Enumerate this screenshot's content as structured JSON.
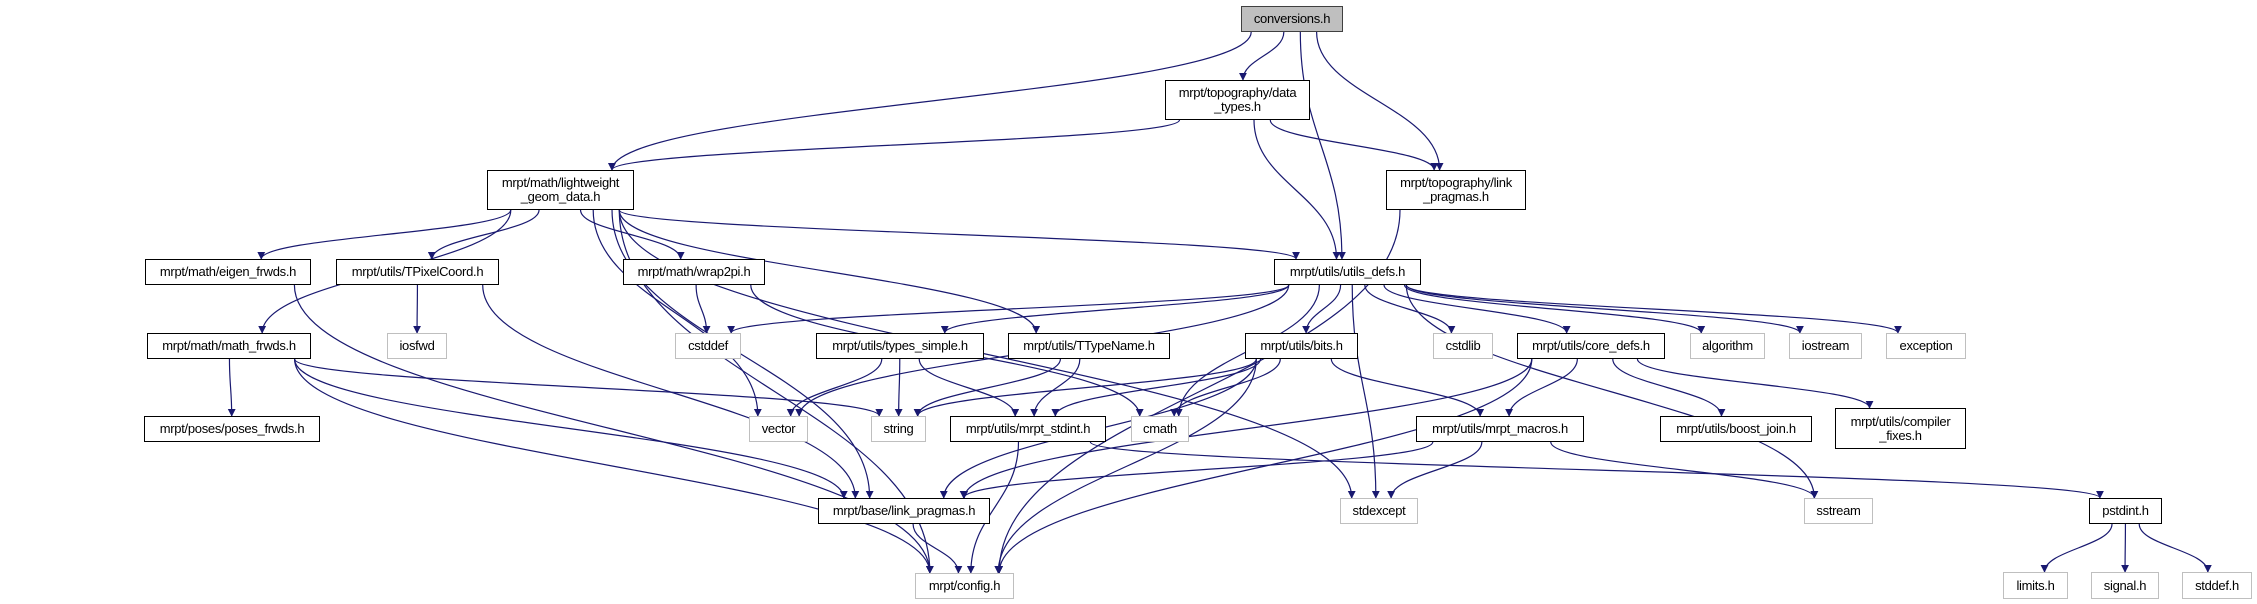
{
  "title": "conversions.h",
  "colors": {
    "edge": "#191970",
    "root_fill": "#bfbfbf",
    "external_border": "#bfbfbf",
    "internal_border": "#000000"
  },
  "nodes": {
    "conversions": {
      "label": "conversions.h",
      "kind": "root"
    },
    "data_types": {
      "label": "mrpt/topography/data\n_types.h",
      "kind": "internal"
    },
    "link_topo": {
      "label": "mrpt/topography/link\n_pragmas.h",
      "kind": "internal"
    },
    "lightweight": {
      "label": "mrpt/math/lightweight\n_geom_data.h",
      "kind": "internal"
    },
    "eigen": {
      "label": "mrpt/math/eigen_frwds.h",
      "kind": "internal"
    },
    "tpixel": {
      "label": "mrpt/utils/TPixelCoord.h",
      "kind": "internal"
    },
    "wrap2pi": {
      "label": "mrpt/math/wrap2pi.h",
      "kind": "internal"
    },
    "utils_defs": {
      "label": "mrpt/utils/utils_defs.h",
      "kind": "internal"
    },
    "math_frwds": {
      "label": "mrpt/math/math_frwds.h",
      "kind": "internal"
    },
    "iosfwd": {
      "label": "iosfwd",
      "kind": "external"
    },
    "cstddef": {
      "label": "cstddef",
      "kind": "external"
    },
    "types_simple": {
      "label": "mrpt/utils/types_simple.h",
      "kind": "internal"
    },
    "ttypename": {
      "label": "mrpt/utils/TTypeName.h",
      "kind": "internal"
    },
    "bits": {
      "label": "mrpt/utils/bits.h",
      "kind": "internal"
    },
    "cstdlib": {
      "label": "cstdlib",
      "kind": "external"
    },
    "core_defs": {
      "label": "mrpt/utils/core_defs.h",
      "kind": "internal"
    },
    "algorithm": {
      "label": "algorithm",
      "kind": "external"
    },
    "iostream": {
      "label": "iostream",
      "kind": "external"
    },
    "exception": {
      "label": "exception",
      "kind": "external"
    },
    "poses_frwds": {
      "label": "mrpt/poses/poses_frwds.h",
      "kind": "internal"
    },
    "vector": {
      "label": "vector",
      "kind": "external"
    },
    "string": {
      "label": "string",
      "kind": "external"
    },
    "mrpt_stdint": {
      "label": "mrpt/utils/mrpt_stdint.h",
      "kind": "internal"
    },
    "cmath": {
      "label": "cmath",
      "kind": "external"
    },
    "mrpt_macros": {
      "label": "mrpt/utils/mrpt_macros.h",
      "kind": "internal"
    },
    "boost_join": {
      "label": "mrpt/utils/boost_join.h",
      "kind": "internal"
    },
    "compiler_fixes": {
      "label": "mrpt/utils/compiler\n_fixes.h",
      "kind": "internal"
    },
    "base_link": {
      "label": "mrpt/base/link_pragmas.h",
      "kind": "internal"
    },
    "stdexcept": {
      "label": "stdexcept",
      "kind": "external"
    },
    "sstream": {
      "label": "sstream",
      "kind": "external"
    },
    "pstdint": {
      "label": "pstdint.h",
      "kind": "internal"
    },
    "config": {
      "label": "mrpt/config.h",
      "kind": "external"
    },
    "limits": {
      "label": "limits.h",
      "kind": "external"
    },
    "signal": {
      "label": "signal.h",
      "kind": "external"
    },
    "stddef": {
      "label": "stddef.h",
      "kind": "external"
    }
  },
  "edges": [
    [
      "conversions",
      "lightweight"
    ],
    [
      "conversions",
      "data_types"
    ],
    [
      "conversions",
      "utils_defs"
    ],
    [
      "conversions",
      "link_topo"
    ],
    [
      "data_types",
      "lightweight"
    ],
    [
      "data_types",
      "utils_defs"
    ],
    [
      "data_types",
      "link_topo"
    ],
    [
      "link_topo",
      "config"
    ],
    [
      "lightweight",
      "eigen"
    ],
    [
      "lightweight",
      "tpixel"
    ],
    [
      "lightweight",
      "wrap2pi"
    ],
    [
      "lightweight",
      "ttypename"
    ],
    [
      "lightweight",
      "utils_defs"
    ],
    [
      "lightweight",
      "math_frwds"
    ],
    [
      "lightweight",
      "config"
    ],
    [
      "lightweight",
      "base_link"
    ],
    [
      "lightweight",
      "vector"
    ],
    [
      "lightweight",
      "stdexcept"
    ],
    [
      "eigen",
      "config"
    ],
    [
      "tpixel",
      "iosfwd"
    ],
    [
      "tpixel",
      "base_link"
    ],
    [
      "wrap2pi",
      "cstddef"
    ],
    [
      "wrap2pi",
      "cmath"
    ],
    [
      "math_frwds",
      "poses_frwds"
    ],
    [
      "math_frwds",
      "string"
    ],
    [
      "math_frwds",
      "base_link"
    ],
    [
      "math_frwds",
      "config"
    ],
    [
      "utils_defs",
      "cstddef"
    ],
    [
      "utils_defs",
      "vector"
    ],
    [
      "utils_defs",
      "types_simple"
    ],
    [
      "utils_defs",
      "bits"
    ],
    [
      "utils_defs",
      "cmath"
    ],
    [
      "utils_defs",
      "stdexcept"
    ],
    [
      "utils_defs",
      "cstdlib"
    ],
    [
      "utils_defs",
      "core_defs"
    ],
    [
      "utils_defs",
      "algorithm"
    ],
    [
      "utils_defs",
      "iostream"
    ],
    [
      "utils_defs",
      "exception"
    ],
    [
      "utils_defs",
      "sstream"
    ],
    [
      "types_simple",
      "vector"
    ],
    [
      "types_simple",
      "string"
    ],
    [
      "types_simple",
      "mrpt_stdint"
    ],
    [
      "ttypename",
      "string"
    ],
    [
      "ttypename",
      "mrpt_stdint"
    ],
    [
      "bits",
      "string"
    ],
    [
      "bits",
      "mrpt_stdint"
    ],
    [
      "bits",
      "cmath"
    ],
    [
      "bits",
      "base_link"
    ],
    [
      "bits",
      "config"
    ],
    [
      "bits",
      "mrpt_macros"
    ],
    [
      "mrpt_stdint",
      "config"
    ],
    [
      "mrpt_stdint",
      "pstdint"
    ],
    [
      "core_defs",
      "mrpt_macros"
    ],
    [
      "core_defs",
      "boost_join"
    ],
    [
      "core_defs",
      "compiler_fixes"
    ],
    [
      "core_defs",
      "base_link"
    ],
    [
      "core_defs",
      "config"
    ],
    [
      "mrpt_macros",
      "base_link"
    ],
    [
      "mrpt_macros",
      "stdexcept"
    ],
    [
      "mrpt_macros",
      "sstream"
    ],
    [
      "base_link",
      "config"
    ],
    [
      "pstdint",
      "limits"
    ],
    [
      "pstdint",
      "signal"
    ],
    [
      "pstdint",
      "stddef"
    ]
  ]
}
